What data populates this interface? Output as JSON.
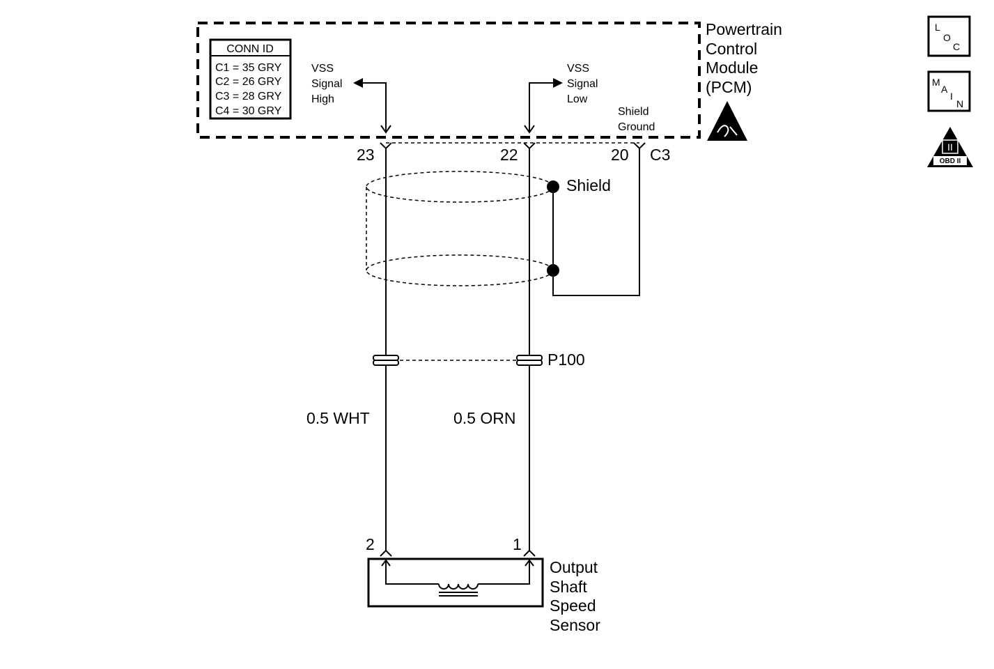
{
  "pcm": {
    "title_lines": [
      "Powertrain",
      "Control",
      "Module",
      "(PCM)"
    ]
  },
  "conn_id": {
    "header": "CONN ID",
    "rows": [
      "C1 = 35 GRY",
      "C2 = 26 GRY",
      "C3 = 28 GRY",
      "C4 = 30 GRY"
    ]
  },
  "signals": {
    "high": [
      "VSS",
      "Signal",
      "High"
    ],
    "low": [
      "VSS",
      "Signal",
      "Low"
    ],
    "shield_ground": [
      "Shield",
      "Ground"
    ]
  },
  "pins": {
    "pcm_high": "23",
    "pcm_low": "22",
    "pcm_shield": "20",
    "connector": "C3",
    "sensor_high": "2",
    "sensor_low": "1"
  },
  "shield_label": "Shield",
  "inline_connector": "P100",
  "wires": {
    "high": "0.5 WHT",
    "low": "0.5 ORN"
  },
  "sensor": {
    "title_lines": [
      "Output",
      "Shaft",
      "Speed",
      "Sensor"
    ]
  },
  "icons": {
    "loc": [
      "L",
      "O",
      "C"
    ],
    "main": [
      "M",
      "A",
      "I",
      "N"
    ],
    "obd": [
      "II",
      "OBD II"
    ],
    "esd": "esd-sensitive-icon"
  }
}
